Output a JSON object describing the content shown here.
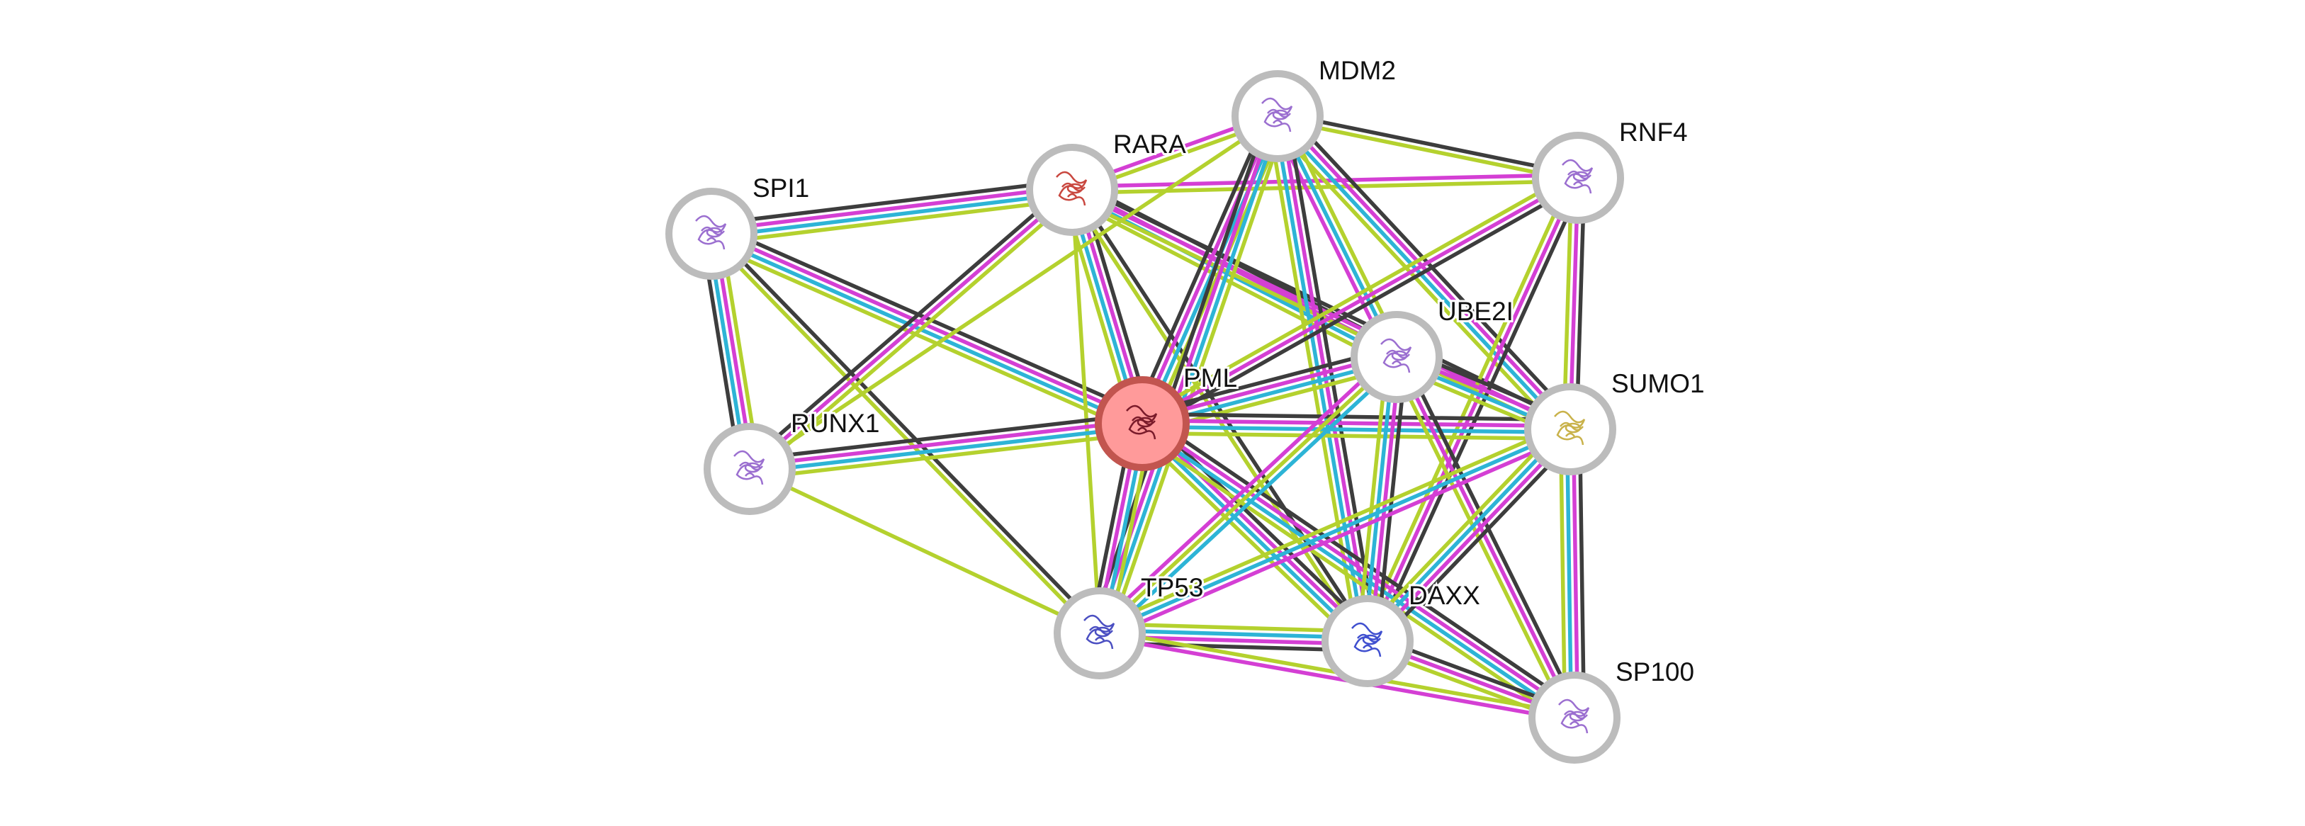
{
  "network": {
    "colors": {
      "experiments": "#d43fd4",
      "databases": "#2db4d6",
      "textmining": "#b4d12e",
      "coexpression": "#3d3d3d",
      "node_stroke": "#bcbcbc",
      "query_fill": "#ff9a9a",
      "query_stroke": "#c2554f"
    },
    "query_node": "PML",
    "nodes": [
      {
        "id": "SPI1",
        "label": "SPI1",
        "structure_color": "#9b6fd0"
      },
      {
        "id": "RARA",
        "label": "RARA",
        "structure_color": "#c9473f"
      },
      {
        "id": "MDM2",
        "label": "MDM2",
        "structure_color": "#9b6fd0"
      },
      {
        "id": "RNF4",
        "label": "RNF4",
        "structure_color": "#9b6fd0"
      },
      {
        "id": "UBE2I",
        "label": "UBE2I",
        "structure_color": "#9b6fd0"
      },
      {
        "id": "PML",
        "label": "PML",
        "structure_color": "#7a1b2a"
      },
      {
        "id": "SUMO1",
        "label": "SUMO1",
        "structure_color": "#c9b24a"
      },
      {
        "id": "RUNX1",
        "label": "RUNX1",
        "structure_color": "#9b6fd0"
      },
      {
        "id": "TP53",
        "label": "TP53",
        "structure_color": "#4b4fc2"
      },
      {
        "id": "DAXX",
        "label": "DAXX",
        "structure_color": "#3f4fcf"
      },
      {
        "id": "SP100",
        "label": "SP100",
        "structure_color": "#9b6fd0"
      }
    ],
    "edges": [
      {
        "a": "SPI1",
        "b": "RARA",
        "evidence": [
          "coexpression",
          "experiments",
          "databases",
          "textmining"
        ]
      },
      {
        "a": "SPI1",
        "b": "PML",
        "evidence": [
          "coexpression",
          "experiments",
          "databases",
          "textmining"
        ]
      },
      {
        "a": "SPI1",
        "b": "RUNX1",
        "evidence": [
          "textmining",
          "experiments",
          "databases",
          "coexpression"
        ]
      },
      {
        "a": "SPI1",
        "b": "TP53",
        "evidence": [
          "coexpression",
          "textmining"
        ]
      },
      {
        "a": "RARA",
        "b": "MDM2",
        "evidence": [
          "experiments",
          "textmining"
        ]
      },
      {
        "a": "RARA",
        "b": "RNF4",
        "evidence": [
          "experiments",
          "textmining"
        ]
      },
      {
        "a": "RARA",
        "b": "PML",
        "evidence": [
          "coexpression",
          "experiments",
          "databases",
          "textmining"
        ]
      },
      {
        "a": "RARA",
        "b": "RUNX1",
        "evidence": [
          "textmining",
          "experiments",
          "coexpression"
        ]
      },
      {
        "a": "RARA",
        "b": "UBE2I",
        "evidence": [
          "coexpression",
          "experiments",
          "databases",
          "textmining"
        ]
      },
      {
        "a": "RARA",
        "b": "SUMO1",
        "evidence": [
          "coexpression",
          "experiments",
          "textmining"
        ]
      },
      {
        "a": "RARA",
        "b": "TP53",
        "evidence": [
          "textmining"
        ]
      },
      {
        "a": "RARA",
        "b": "DAXX",
        "evidence": [
          "coexpression",
          "textmining"
        ]
      },
      {
        "a": "MDM2",
        "b": "RUNX1",
        "evidence": [
          "textmining"
        ]
      },
      {
        "a": "MDM2",
        "b": "RNF4",
        "evidence": [
          "coexpression",
          "textmining"
        ]
      },
      {
        "a": "MDM2",
        "b": "PML",
        "evidence": [
          "textmining",
          "databases",
          "experiments",
          "coexpression"
        ]
      },
      {
        "a": "MDM2",
        "b": "TP53",
        "evidence": [
          "textmining",
          "databases",
          "experiments",
          "coexpression"
        ]
      },
      {
        "a": "MDM2",
        "b": "UBE2I",
        "evidence": [
          "textmining",
          "databases",
          "experiments"
        ]
      },
      {
        "a": "MDM2",
        "b": "SUMO1",
        "evidence": [
          "coexpression",
          "experiments",
          "databases",
          "textmining"
        ]
      },
      {
        "a": "MDM2",
        "b": "DAXX",
        "evidence": [
          "coexpression",
          "experiments",
          "databases",
          "textmining"
        ]
      },
      {
        "a": "RNF4",
        "b": "PML",
        "evidence": [
          "coexpression",
          "experiments",
          "textmining"
        ]
      },
      {
        "a": "RNF4",
        "b": "SUMO1",
        "evidence": [
          "coexpression",
          "experiments",
          "textmining"
        ]
      },
      {
        "a": "RNF4",
        "b": "DAXX",
        "evidence": [
          "coexpression",
          "experiments",
          "textmining"
        ]
      },
      {
        "a": "PML",
        "b": "UBE2I",
        "evidence": [
          "coexpression",
          "experiments",
          "databases",
          "textmining"
        ]
      },
      {
        "a": "PML",
        "b": "SUMO1",
        "evidence": [
          "coexpression",
          "experiments",
          "databases",
          "textmining"
        ]
      },
      {
        "a": "PML",
        "b": "RUNX1",
        "evidence": [
          "textmining",
          "databases",
          "experiments",
          "coexpression"
        ]
      },
      {
        "a": "PML",
        "b": "TP53",
        "evidence": [
          "textmining",
          "databases",
          "experiments",
          "coexpression"
        ]
      },
      {
        "a": "PML",
        "b": "DAXX",
        "evidence": [
          "coexpression",
          "experiments",
          "databases",
          "textmining"
        ]
      },
      {
        "a": "PML",
        "b": "SP100",
        "evidence": [
          "coexpression",
          "experiments",
          "databases",
          "textmining"
        ]
      },
      {
        "a": "UBE2I",
        "b": "SUMO1",
        "evidence": [
          "coexpression",
          "experiments",
          "databases",
          "textmining"
        ]
      },
      {
        "a": "UBE2I",
        "b": "TP53",
        "evidence": [
          "databases",
          "textmining",
          "experiments"
        ]
      },
      {
        "a": "UBE2I",
        "b": "DAXX",
        "evidence": [
          "coexpression",
          "experiments",
          "databases",
          "textmining"
        ]
      },
      {
        "a": "UBE2I",
        "b": "SP100",
        "evidence": [
          "coexpression",
          "experiments",
          "textmining"
        ]
      },
      {
        "a": "SUMO1",
        "b": "TP53",
        "evidence": [
          "experiments",
          "databases",
          "textmining"
        ]
      },
      {
        "a": "SUMO1",
        "b": "DAXX",
        "evidence": [
          "coexpression",
          "experiments",
          "databases",
          "textmining"
        ]
      },
      {
        "a": "SUMO1",
        "b": "SP100",
        "evidence": [
          "coexpression",
          "experiments",
          "databases",
          "textmining"
        ]
      },
      {
        "a": "RUNX1",
        "b": "TP53",
        "evidence": [
          "textmining"
        ]
      },
      {
        "a": "TP53",
        "b": "DAXX",
        "evidence": [
          "textmining",
          "databases",
          "experiments",
          "coexpression"
        ]
      },
      {
        "a": "TP53",
        "b": "SP100",
        "evidence": [
          "textmining",
          "experiments"
        ]
      },
      {
        "a": "DAXX",
        "b": "SP100",
        "evidence": [
          "coexpression",
          "experiments",
          "textmining"
        ]
      }
    ]
  }
}
